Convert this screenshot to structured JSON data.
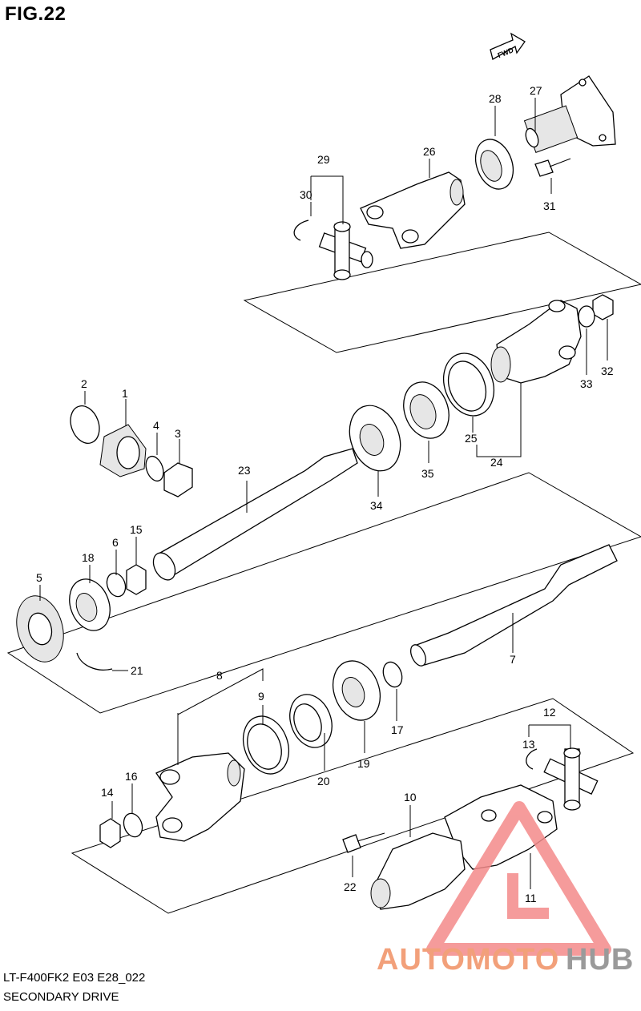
{
  "figure": {
    "title": "FIG.22",
    "model_code": "LT-F400FK2 E03 E28_022",
    "section_name": "SECONDARY DRIVE",
    "direction_label": "FWD"
  },
  "callouts": [
    "1",
    "2",
    "3",
    "4",
    "5",
    "6",
    "7",
    "8",
    "9",
    "10",
    "11",
    "12",
    "13",
    "14",
    "15",
    "16",
    "17",
    "18",
    "19",
    "20",
    "21",
    "22",
    "23",
    "24",
    "25",
    "26",
    "27",
    "28",
    "29",
    "30",
    "31",
    "32",
    "33",
    "34",
    "35"
  ],
  "watermark": {
    "brand_part1": "AUTOMOTO",
    "brand_part2": "HUB",
    "color_primary": "#f2a07a",
    "color_secondary": "#9a9a9a",
    "logo_color": "#f48a8a"
  },
  "colors": {
    "line": "#000000",
    "background": "#ffffff"
  }
}
